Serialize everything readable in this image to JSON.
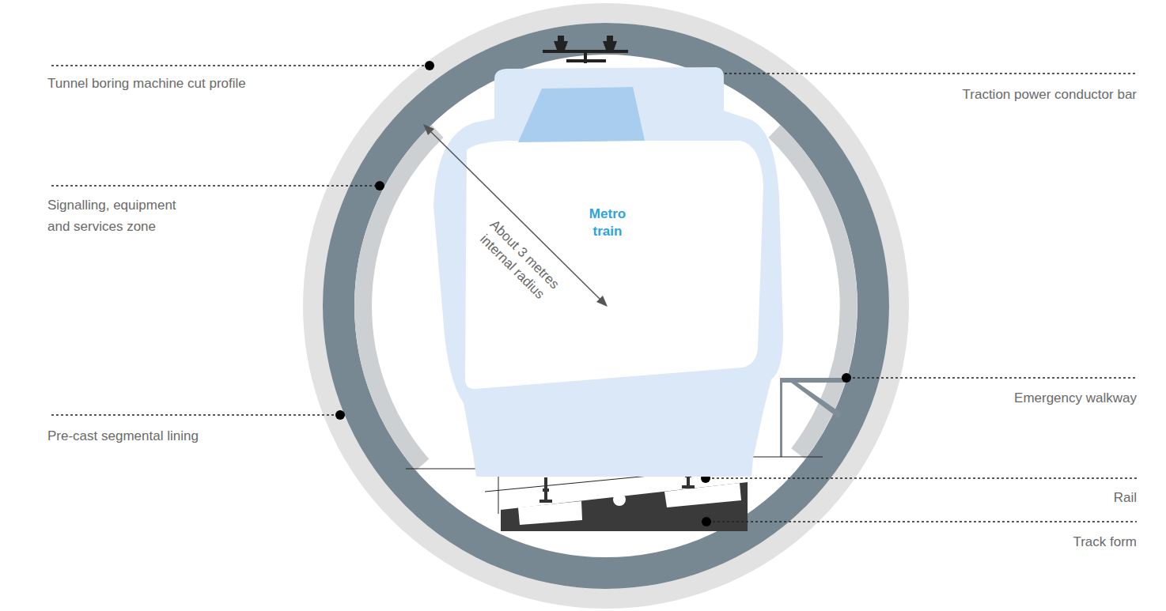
{
  "diagram": {
    "nodes": [
      {
        "text": [
          "Metro train"
        ]
      }
    ],
    "labels": [
      "Tunnel boring machine cut profile",
      "Signalling, equipment and services zone",
      "Pre-cast segmental lining",
      "Traction power conductor bar",
      "Emergency walkway",
      "Rail",
      "Track form",
      "About 3 metres internal radius"
    ]
  }
}
